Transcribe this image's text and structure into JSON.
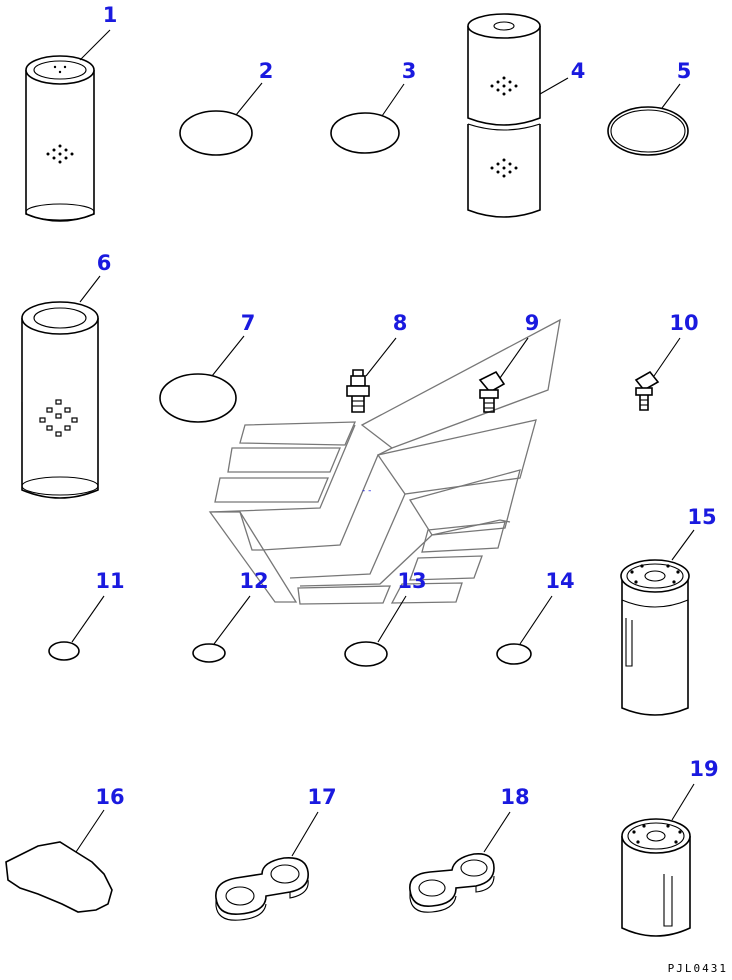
{
  "diagram": {
    "drawing_code": "PJL0431",
    "watermark": "logo-watermark",
    "parts": [
      {
        "label": "1"
      },
      {
        "label": "2"
      },
      {
        "label": "3"
      },
      {
        "label": "4"
      },
      {
        "label": "5"
      },
      {
        "label": "6"
      },
      {
        "label": "7"
      },
      {
        "label": "8"
      },
      {
        "label": "9"
      },
      {
        "label": "10"
      },
      {
        "label": "11"
      },
      {
        "label": "12"
      },
      {
        "label": "13"
      },
      {
        "label": "14"
      },
      {
        "label": "15"
      },
      {
        "label": "16"
      },
      {
        "label": "17"
      },
      {
        "label": "18"
      },
      {
        "label": "19"
      }
    ]
  }
}
